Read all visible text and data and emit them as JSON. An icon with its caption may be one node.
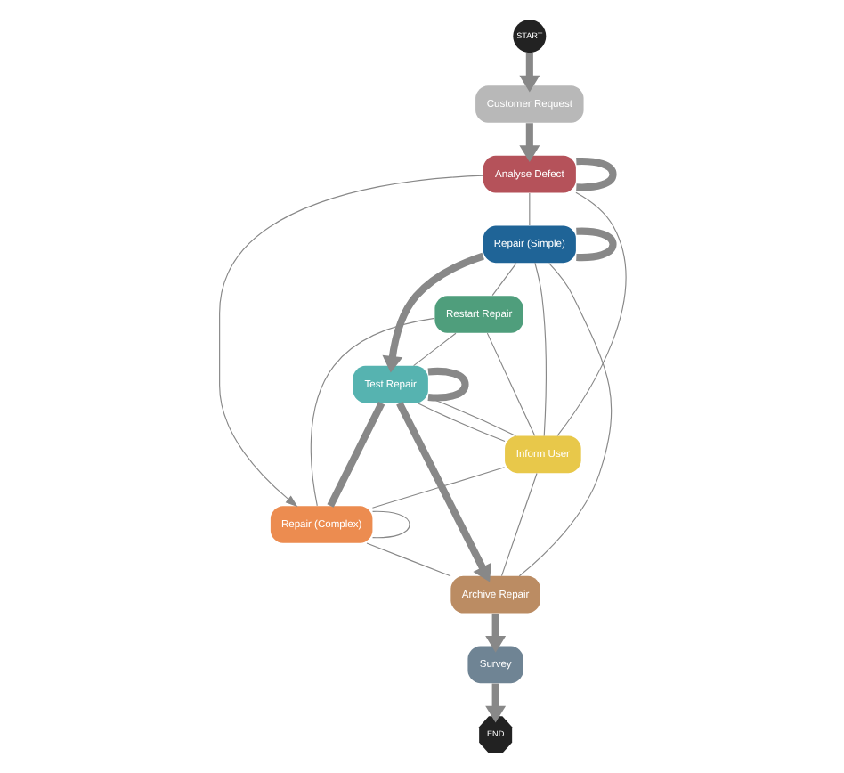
{
  "diagram": {
    "nodes": [
      {
        "text": [
          "START"
        ]
      },
      {
        "text": [
          "Customer Request"
        ]
      },
      {
        "text": [
          "Analyse Defect"
        ]
      },
      {
        "text": [
          "Repair (Simple)"
        ]
      },
      {
        "text": [
          "Restart Repair"
        ]
      },
      {
        "text": [
          "Test Repair"
        ]
      },
      {
        "text": [
          "Inform User"
        ]
      },
      {
        "text": [
          "Repair (Complex)"
        ]
      },
      {
        "text": [
          "Archive Repair"
        ]
      },
      {
        "text": [
          "Survey"
        ]
      },
      {
        "text": [
          "END"
        ]
      }
    ],
    "edges": [
      {
        "from": 0,
        "to": 1,
        "arrow": "to",
        "style": "thick"
      },
      {
        "from": 1,
        "to": 2,
        "arrow": "to",
        "style": "thick"
      },
      {
        "from": 2,
        "to": 2,
        "arrow": "none",
        "style": "thick"
      },
      {
        "from": 2,
        "to": 3,
        "arrow": "none"
      },
      {
        "from": 2,
        "to": 7,
        "arrow": "to"
      },
      {
        "from": 2,
        "to": 6,
        "arrow": "none"
      },
      {
        "from": 3,
        "to": 3,
        "arrow": "none",
        "style": "thick"
      },
      {
        "from": 3,
        "to": 5,
        "arrow": "to",
        "style": "thick"
      },
      {
        "from": 3,
        "to": 4,
        "arrow": "none"
      },
      {
        "from": 3,
        "to": 6,
        "arrow": "none"
      },
      {
        "from": 3,
        "to": 8,
        "arrow": "none"
      },
      {
        "from": 5,
        "to": 5,
        "arrow": "none",
        "style": "thick"
      },
      {
        "from": 5,
        "to": 8,
        "arrow": "to",
        "style": "thick"
      },
      {
        "from": 4,
        "to": 5,
        "arrow": "none"
      },
      {
        "from": 5,
        "to": 6,
        "arrow": "none"
      },
      {
        "from": 6,
        "to": 5,
        "arrow": "none"
      },
      {
        "from": 5,
        "to": 7,
        "arrow": "none",
        "style": "thick"
      },
      {
        "from": 4,
        "to": 6,
        "arrow": "none"
      },
      {
        "from": 4,
        "to": 7,
        "arrow": "none"
      },
      {
        "from": 6,
        "to": 7,
        "arrow": "none"
      },
      {
        "from": 6,
        "to": 8,
        "arrow": "none"
      },
      {
        "from": 7,
        "to": 8,
        "arrow": "none"
      },
      {
        "from": 7,
        "to": 7,
        "arrow": "none"
      },
      {
        "from": 8,
        "to": 9,
        "arrow": "to",
        "style": "thick"
      },
      {
        "from": 9,
        "to": 10,
        "arrow": "to",
        "style": "thick"
      }
    ]
  }
}
